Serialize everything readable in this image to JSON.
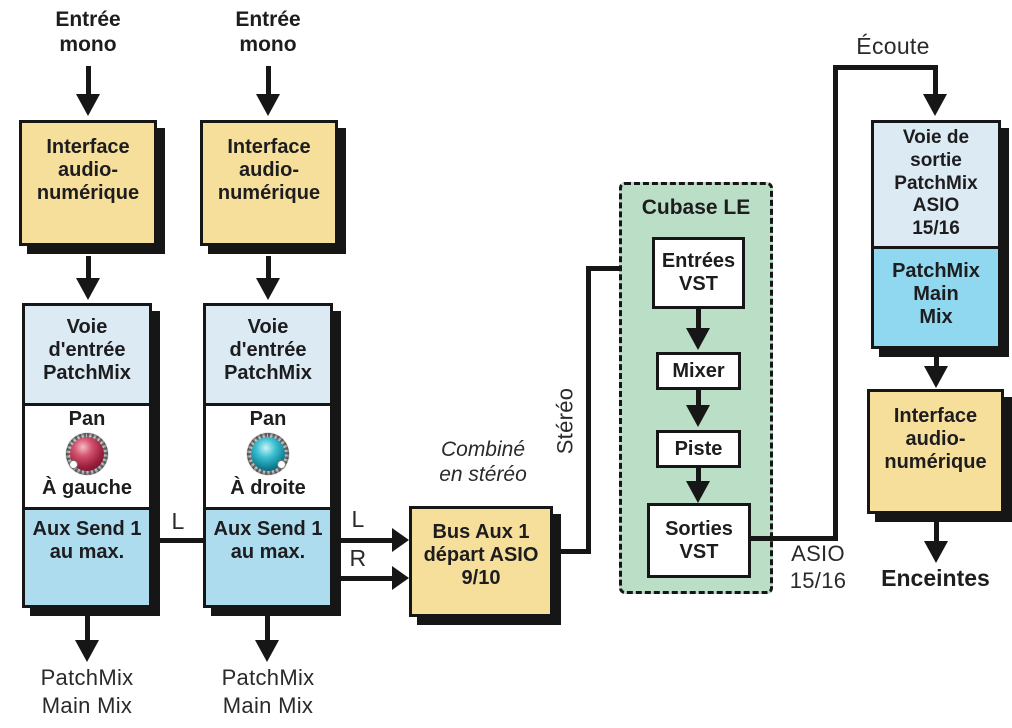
{
  "diagram_title": "PatchMix / Cubase LE audio routing diagram",
  "colors": {
    "line": "#161616",
    "box_yellow": "#F6DE9B",
    "box_lightblue": "#DBEAF3",
    "box_blue": "#ACDCEE",
    "box_cyan": "#8FD8EF",
    "box_green": "#BBDEC6",
    "knob_left": "#A02643",
    "knob_right": "#1FA9BD"
  },
  "channels": [
    {
      "input_label": "Entrée\nmono",
      "interface_label": "Interface\naudio-\nnumérique",
      "strip_header": "Voie\nd'entrée\nPatchMix",
      "pan_label": "Pan",
      "pan_value": "À gauche",
      "knob_icon": "pan-knob-red",
      "aux_label": "Aux Send 1\nau max.",
      "output_label": "PatchMix\nMain Mix"
    },
    {
      "input_label": "Entrée\nmono",
      "interface_label": "Interface\naudio-\nnumérique",
      "strip_header": "Voie\nd'entrée\nPatchMix",
      "pan_label": "Pan",
      "pan_value": "À droite",
      "knob_icon": "pan-knob-teal",
      "aux_label": "Aux Send 1\nau max.",
      "output_label": "PatchMix\nMain Mix"
    }
  ],
  "connectors": {
    "left_between_label": "L",
    "bus_left_label": "L",
    "bus_right_label": "R",
    "combined_label": "Combiné\nen stéréo",
    "stereo_label": "Stéréo",
    "asio_out_label": "ASIO\n15/16",
    "monitor_label": "Écoute"
  },
  "bus": {
    "label": "Bus Aux 1\ndépart ASIO\n9/10"
  },
  "cubase": {
    "title": "Cubase LE",
    "nodes": [
      "Entrées\nVST",
      "Mixer",
      "Piste",
      "Sorties\nVST"
    ]
  },
  "monitor": {
    "output_strip": "Voie de\nsortie\nPatchMix\nASIO\n15/16",
    "main_mix": "PatchMix\nMain\nMix",
    "interface_label": "Interface\naudio-\nnumérique",
    "speakers_label": "Enceintes"
  }
}
